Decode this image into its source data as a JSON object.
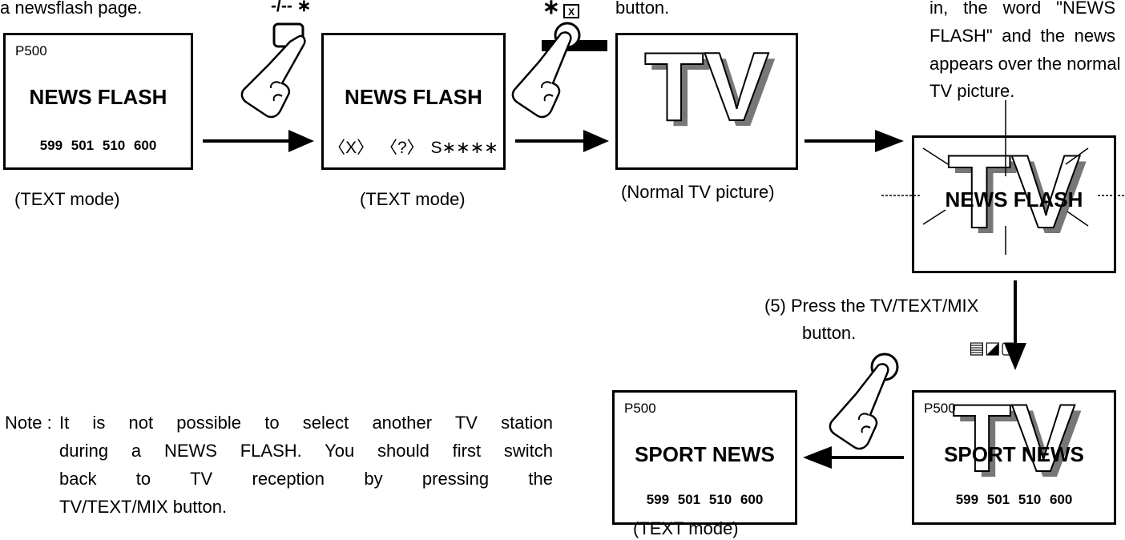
{
  "top_text": {
    "left": "a newsflash page.",
    "middle": "button.",
    "right_lines": [
      "in, the word \"NEWS",
      "FLASH\" and the news",
      "appears over the normal",
      "TV picture."
    ]
  },
  "button_symbols": {
    "first": "-/-- ∗",
    "second": "∗",
    "third": "▤◪▢"
  },
  "screens": {
    "s1": {
      "page": "P500",
      "title": "NEWS FLASH",
      "numbers": "599 501 510 600"
    },
    "s2": {
      "title": "NEWS FLASH",
      "codes": "〈X〉 〈?〉 S∗∗∗∗"
    },
    "s3": {
      "tv": "TV"
    },
    "s4": {
      "tv": "TV",
      "title": "NEWS FLASH"
    },
    "s5": {
      "page": "P500",
      "tv": "TV",
      "title": "SPORT NEWS",
      "numbers": "599 501 510 600"
    },
    "s6": {
      "page": "P500",
      "title": "SPORT NEWS",
      "numbers": "599 501 510 600"
    }
  },
  "captions": {
    "c1": "(TEXT mode)",
    "c2": "(TEXT mode)",
    "c3": "(Normal TV picture)",
    "c6": "(TEXT mode)"
  },
  "step5": {
    "line1": "(5) Press the TV/TEXT/MIX",
    "line2": "button."
  },
  "note": {
    "label": "Note :",
    "lines": [
      "It is not possible to select another TV station",
      "during a NEWS FLASH.  You should first switch",
      "back to TV reception by pressing the",
      "TV/TEXT/MIX button."
    ]
  }
}
